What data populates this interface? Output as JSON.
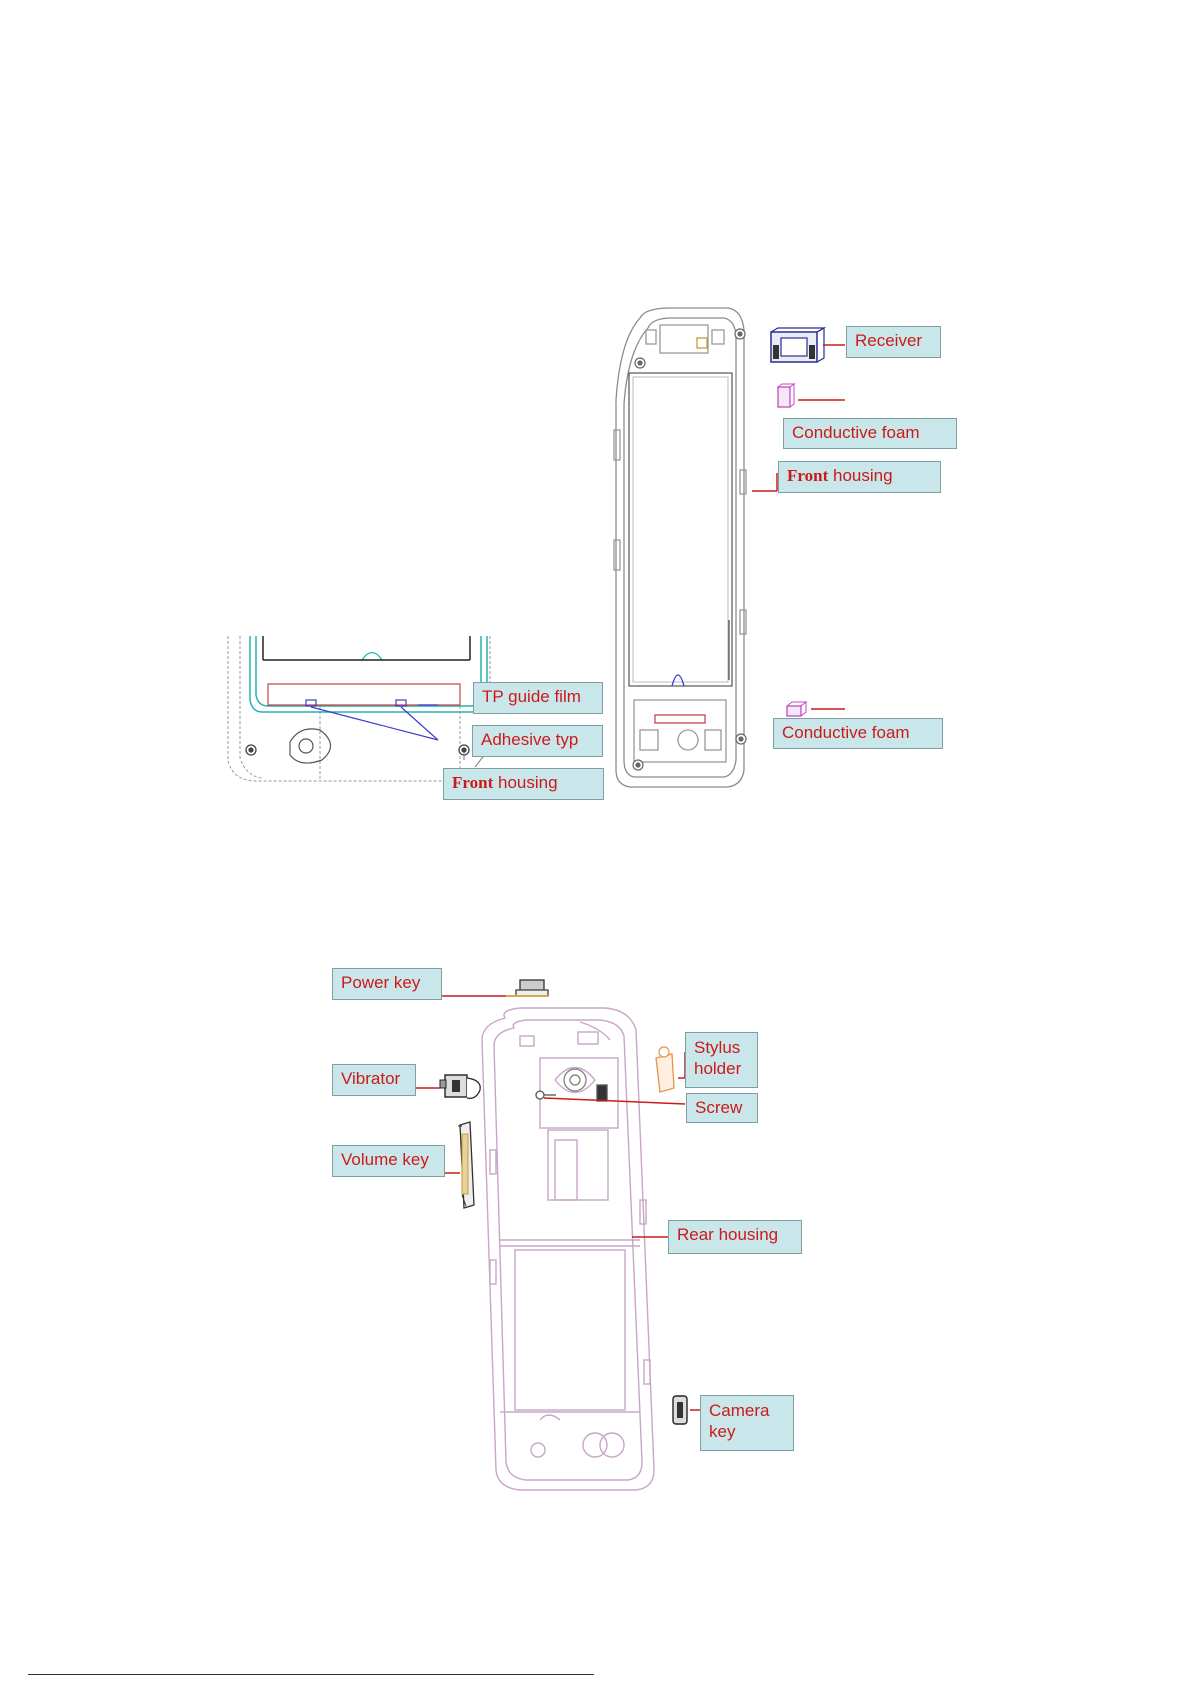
{
  "top_figure": {
    "labels": {
      "receiver": "Receiver",
      "conductive_foam_top": "Conductive foam",
      "front_housing_prefix": "Front",
      "front_housing_suffix": "housing",
      "conductive_foam_bottom": "Conductive foam"
    },
    "detail": {
      "tp_guide_film": "TP guide film",
      "adhesive_typ": "Adhesive typ",
      "front_housing_prefix": "Front",
      "front_housing_suffix": "housing"
    }
  },
  "bottom_figure": {
    "labels": {
      "power_key": "Power key",
      "vibrator": "Vibrator",
      "volume_key": "Volume key",
      "stylus_holder_line1": "Stylus",
      "stylus_holder_line2": "holder",
      "screw": "Screw",
      "rear_housing": "Rear housing",
      "camera_key_line1": "Camera",
      "camera_key_line2": "key"
    }
  },
  "colors": {
    "callout_bg": "#c9e7ea",
    "callout_text": "#cc1a1a",
    "leader_line": "#cc1a1a",
    "front_housing_stroke": "#8c8c8c",
    "rear_housing_stroke": "#c9a6c9",
    "detail_teal": "#25b3b3",
    "detail_blue": "#3c3cd0",
    "foam_magenta": "#c24cc2",
    "stylus_orange": "#e8944a"
  }
}
